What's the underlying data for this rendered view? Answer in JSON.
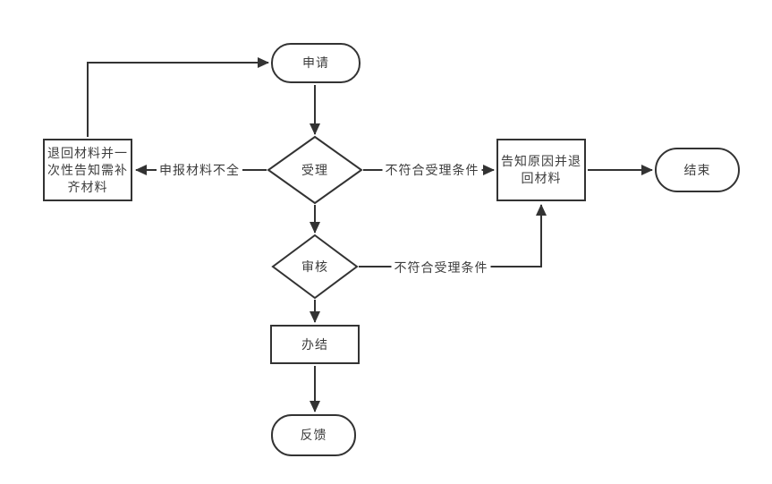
{
  "flowchart": {
    "nodes": {
      "apply": {
        "label": "申请",
        "shape": "stadium"
      },
      "accept": {
        "label": "受理",
        "shape": "diamond"
      },
      "return_materials": {
        "label": "退回材料并一\n次性告知需补\n齐材料",
        "shape": "rect"
      },
      "notify_reason": {
        "label": "告知原因并退\n回材料",
        "shape": "rect"
      },
      "end": {
        "label": "结束",
        "shape": "stadium"
      },
      "review": {
        "label": "审核",
        "shape": "diamond"
      },
      "complete": {
        "label": "办结",
        "shape": "rect"
      },
      "feedback": {
        "label": "反馈",
        "shape": "stadium"
      }
    },
    "edge_labels": {
      "materials_incomplete": "申报材料不全",
      "accept_not_met": "不符合受理条件",
      "review_not_met": "不符合受理条件"
    },
    "colors": {
      "stroke": "#333333",
      "text": "#3d3d3d",
      "node_fill": "#ffffff",
      "background": "#ffffff"
    }
  }
}
